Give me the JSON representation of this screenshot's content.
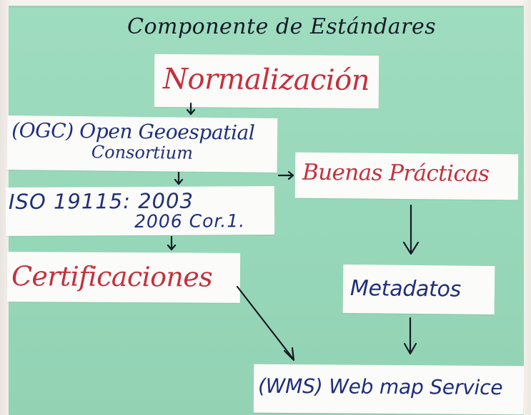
{
  "poster": {
    "title": "Componente de Estándares",
    "normalizacion": "Normalización",
    "ogc_line1": "(OGC) Open Geoespatial",
    "ogc_line2": "Consortium",
    "iso_line1": "ISO 19115: 2003",
    "iso_line2": "2006 Cor.1.",
    "buenas_practicas": "Buenas Prácticas",
    "certificaciones": "Certificaciones",
    "metadatos": "Metadatos",
    "wms": "(WMS) Web map Service"
  },
  "colors": {
    "board_green": "#9bdabc",
    "card_white": "#fbfbfa",
    "red_ink": "#c4313c",
    "navy_ink": "#1f2f78",
    "black_ink": "#121a26"
  }
}
